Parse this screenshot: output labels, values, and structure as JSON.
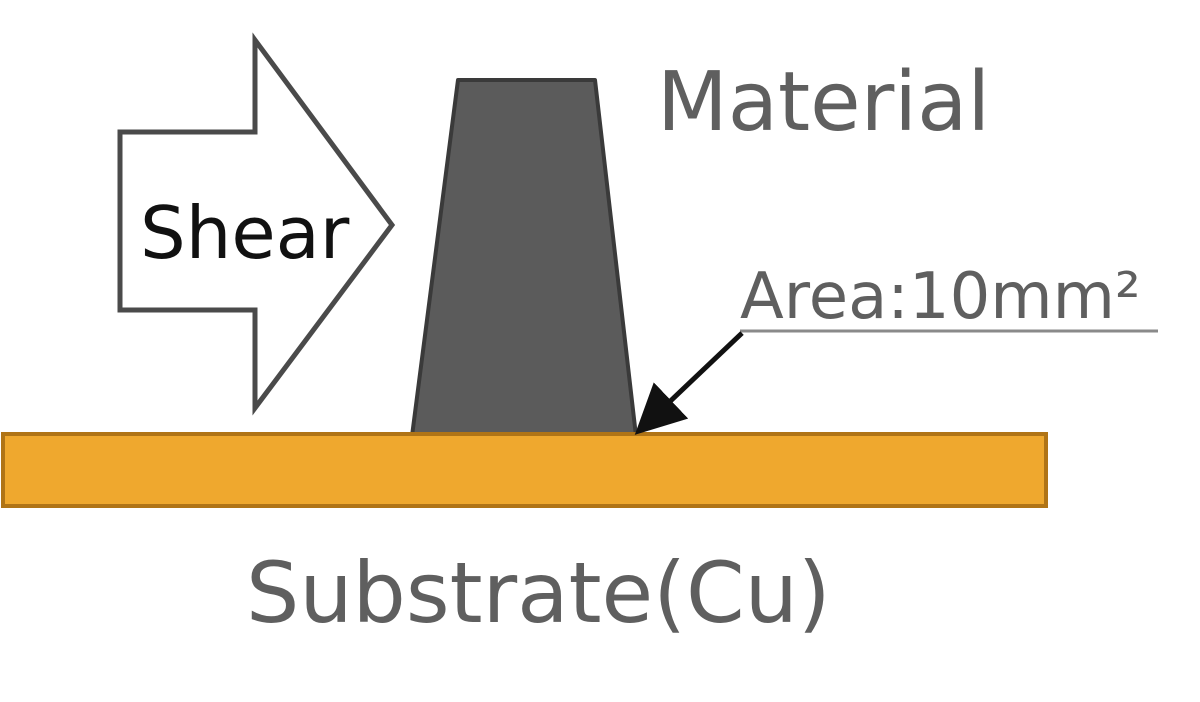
{
  "diagram": {
    "arrow_label": "Shear",
    "material_label": "Material",
    "area_label": "Area:10mm²",
    "substrate_label": "Substrate(Cu)"
  },
  "colors": {
    "material_fill": "#5b5b5b",
    "material_edge": "#3a3a3a",
    "substrate_fill": "#efa82e",
    "substrate_edge": "#b07416",
    "bond_line": "#1c2a4a",
    "label_text": "#5f5f5f",
    "arrow_outline": "#4a4a4a",
    "leader": "#111111",
    "underline": "#8a8a8a"
  }
}
